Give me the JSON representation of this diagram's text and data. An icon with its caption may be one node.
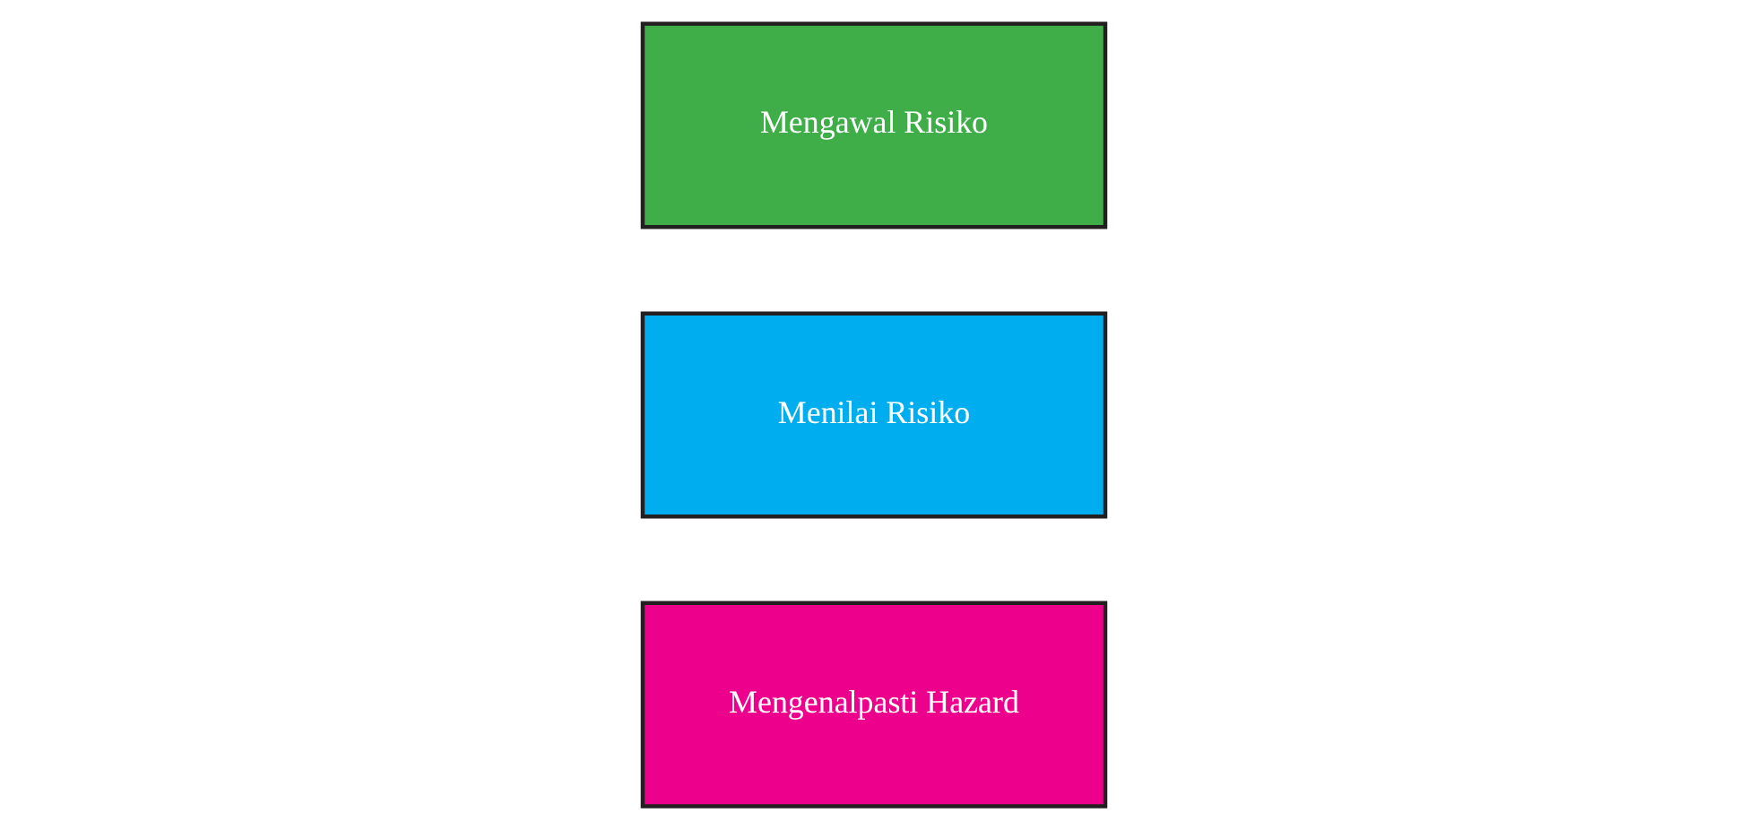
{
  "diagram": {
    "nodes": [
      {
        "text": [
          "Mengenalpasti Hazard"
        ]
      },
      {
        "text": [
          "Menilai Risiko"
        ]
      },
      {
        "text": [
          "Mengawal Risiko"
        ]
      }
    ]
  }
}
